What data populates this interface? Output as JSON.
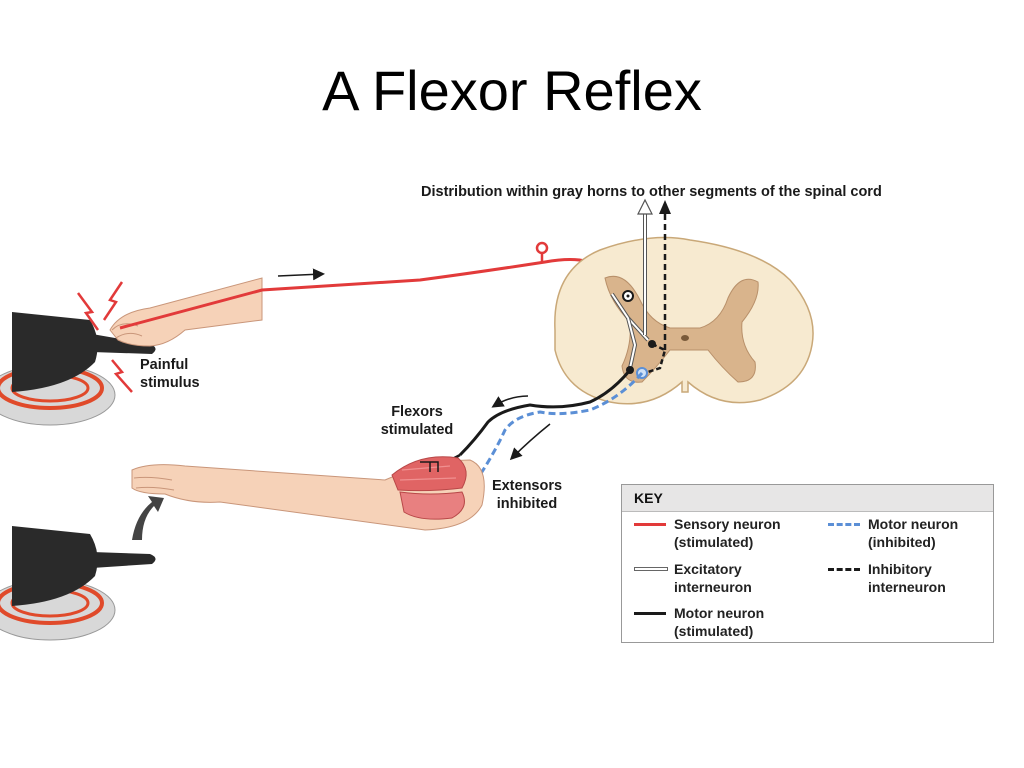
{
  "title": "A Flexor Reflex",
  "labels": {
    "distribution": "Distribution within gray horns to other segments of the spinal cord",
    "painful_stimulus": [
      "Painful",
      "stimulus"
    ],
    "flexors_stimulated": [
      "Flexors",
      "stimulated"
    ],
    "extensors_inhibited": [
      "Extensors",
      "inhibited"
    ]
  },
  "key": {
    "heading": "KEY",
    "items": [
      {
        "id": "sensory",
        "lines": [
          "Sensory neuron",
          "(stimulated)"
        ]
      },
      {
        "id": "excit",
        "lines": [
          "Excitatory",
          "interneuron"
        ]
      },
      {
        "id": "motor",
        "lines": [
          "Motor neuron",
          "(stimulated)"
        ]
      },
      {
        "id": "motorinh",
        "lines": [
          "Motor neuron",
          "(inhibited)"
        ]
      },
      {
        "id": "inhib",
        "lines": [
          "Inhibitory",
          "interneuron"
        ]
      }
    ]
  },
  "colors": {
    "sensory": "#e23a3a",
    "motor": "#1a1a1a",
    "motor_inhibited": "#5b8fd6",
    "skin": "#f6d2b8",
    "cord_white": "#f7ead0",
    "cord_gray": "#d9b48c",
    "pan": "#2a2a2a",
    "burner": "#e04a2a"
  }
}
